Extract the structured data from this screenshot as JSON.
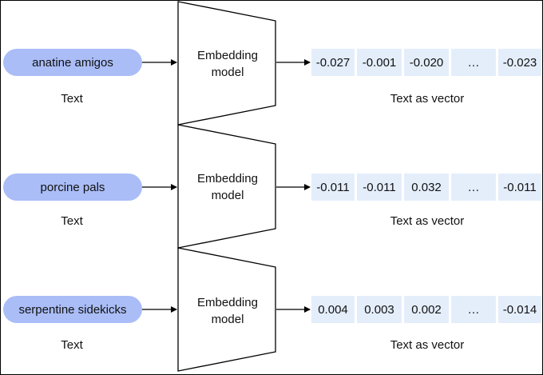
{
  "colors": {
    "pill": "#aabdf7",
    "cell": "#e4eefb",
    "stroke": "#000000",
    "frame": "#000000"
  },
  "rows": [
    {
      "input_text": "anatine amigos",
      "input_caption": "Text",
      "model_label": "Embedding model",
      "vector_values": [
        "-0.027",
        "-0.001",
        "-0.020",
        "…",
        "-0.023"
      ],
      "vector_caption": "Text as vector"
    },
    {
      "input_text": "porcine pals",
      "input_caption": "Text",
      "model_label": "Embedding model",
      "vector_values": [
        "-0.011",
        "-0.011",
        "0.032",
        "…",
        "-0.011"
      ],
      "vector_caption": "Text as vector"
    },
    {
      "input_text": "serpentine sidekicks",
      "input_caption": "Text",
      "model_label": "Embedding model",
      "vector_values": [
        "0.004",
        "0.003",
        "0.002",
        "…",
        "-0.014"
      ],
      "vector_caption": "Text as vector"
    }
  ]
}
